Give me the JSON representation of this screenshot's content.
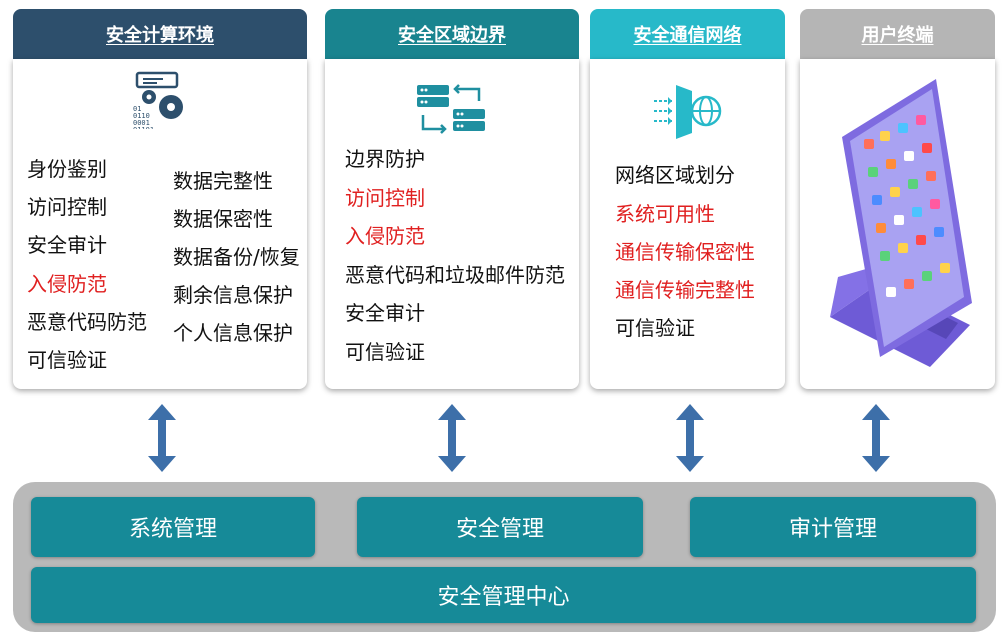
{
  "columns": [
    {
      "title": "安全计算环境",
      "header_color": "#2d4f6c",
      "icon": "computing-gear-binary-icon",
      "items_left": [
        {
          "text": "身份鉴别",
          "highlight": false
        },
        {
          "text": "访问控制",
          "highlight": false
        },
        {
          "text": "安全审计",
          "highlight": false
        },
        {
          "text": "入侵防范",
          "highlight": true
        },
        {
          "text": "恶意代码防范",
          "highlight": false
        },
        {
          "text": "可信验证",
          "highlight": false
        }
      ],
      "items_right": [
        {
          "text": "数据完整性",
          "highlight": false
        },
        {
          "text": "数据保密性",
          "highlight": false
        },
        {
          "text": "数据备份/恢复",
          "highlight": false
        },
        {
          "text": "剩余信息保护",
          "highlight": false
        },
        {
          "text": "个人信息保护",
          "highlight": false
        }
      ]
    },
    {
      "title": "安全区域边界",
      "header_color": "#19848f",
      "icon": "boundary-exchange-icon",
      "items": [
        {
          "text": "边界防护",
          "highlight": false
        },
        {
          "text": "访问控制",
          "highlight": true
        },
        {
          "text": "入侵防范",
          "highlight": true
        },
        {
          "text": "恶意代码和垃圾邮件防范",
          "highlight": false
        },
        {
          "text": "安全审计",
          "highlight": false
        },
        {
          "text": "可信验证",
          "highlight": false
        }
      ]
    },
    {
      "title": "安全通信网络",
      "header_color": "#27b9c9",
      "icon": "network-globe-icon",
      "items": [
        {
          "text": "网络区域划分",
          "highlight": false
        },
        {
          "text": "系统可用性",
          "highlight": true
        },
        {
          "text": "通信传输保密性",
          "highlight": true
        },
        {
          "text": "通信传输完整性",
          "highlight": true
        },
        {
          "text": "可信验证",
          "highlight": false
        }
      ]
    },
    {
      "title": "用户终端",
      "header_color": "#b5b5b5",
      "icon": "tablet-device-icon"
    }
  ],
  "management": {
    "buttons": [
      "系统管理",
      "安全管理",
      "审计管理"
    ],
    "center": "安全管理中心",
    "color": "#168a98"
  },
  "colors": {
    "highlight": "#e02020",
    "arrow": "#3d6fa9"
  }
}
